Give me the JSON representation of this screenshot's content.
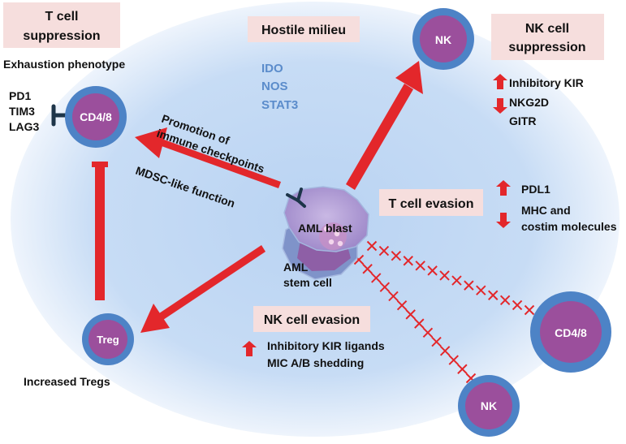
{
  "colors": {
    "milieu_inner": "#b9d3f2",
    "milieu_outer": "#f4f8fd",
    "cell_outer": "#4d83c6",
    "cell_inner": "#9b4f9c",
    "arrow_red": "#e3272b",
    "inhibit_bar": "#1d3549",
    "label_box": "#f6dedd",
    "ido_text": "#5b8ccb",
    "text": "#111111",
    "aml_blast": "#b6a2d6",
    "aml_stem": "#8a6fb6"
  },
  "icons": [
    "up-arrow-icon",
    "down-arrow-icon",
    "antibody-icon",
    "inhibition-bar-icon"
  ],
  "title_boxes": {
    "t_cell_suppression": [
      "T cell",
      "suppression"
    ],
    "hostile_milieu": "Hostile milieu",
    "nk_cell_suppression": [
      "NK cell",
      "suppression"
    ],
    "t_cell_evasion": "T cell evasion",
    "nk_cell_evasion": "NK cell evasion"
  },
  "labels": {
    "exhaustion_phenotype": "Exhaustion phenotype",
    "checkpoints": [
      "PD1",
      "TIM3",
      "LAG3"
    ],
    "milieu_factors": [
      "IDO",
      "NOS",
      "STAT3"
    ],
    "promotion": [
      "Promotion of",
      "immune checkpoints"
    ],
    "mdsc": "MDSC-like function",
    "nk_suppression_items": [
      "Inhibitory KIR",
      "NKG2D",
      "GITR"
    ],
    "pdl1": "PDL1",
    "mhc": [
      "MHC and",
      "costim molecules"
    ],
    "nk_evasion_items": [
      "Inhibitory KIR ligands",
      "MIC A/B shedding"
    ],
    "increased_tregs": "Increased Tregs",
    "aml_blast": "AML blast",
    "aml_stem": [
      "AML",
      "stem cell"
    ]
  },
  "cells": {
    "cd48_left": "CD4/8",
    "nk_top": "NK",
    "treg": "Treg",
    "cd48_right": "CD4/8",
    "nk_bottom": "NK"
  }
}
